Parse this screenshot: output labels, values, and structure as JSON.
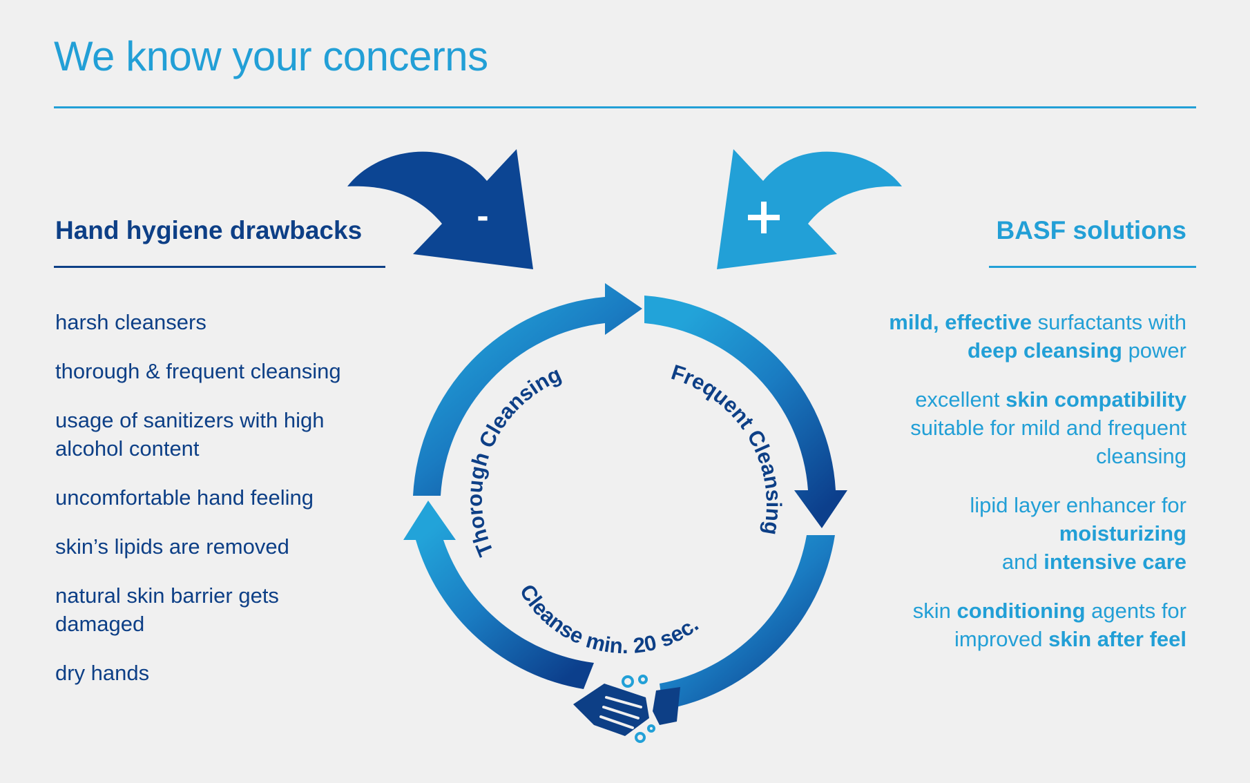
{
  "header": {
    "title": "We know your concerns"
  },
  "left": {
    "heading": "Hand hygiene drawbacks",
    "items": [
      "harsh cleansers",
      "thorough & frequent cleansing",
      "usage of sanitizers with high alcohol content",
      "uncomfortable hand feeling",
      "skin’s lipids are removed",
      "natural skin barrier gets damaged",
      "dry hands"
    ]
  },
  "right": {
    "heading": "BASF solutions",
    "items": [
      [
        {
          "text": "mild, effective",
          "bold": true
        },
        {
          "text": " surfactants with",
          "bold": false
        },
        {
          "br": true
        },
        {
          "text": "deep cleansing",
          "bold": true
        },
        {
          "text": " power",
          "bold": false
        }
      ],
      [
        {
          "text": "excellent ",
          "bold": false
        },
        {
          "text": "skin compatibility",
          "bold": true
        },
        {
          "br": true
        },
        {
          "text": "suitable for mild and frequent",
          "bold": false
        },
        {
          "br": true
        },
        {
          "text": "cleansing",
          "bold": false
        }
      ],
      [
        {
          "text": "lipid layer enhancer for",
          "bold": false
        },
        {
          "br": true
        },
        {
          "text": "moisturizing",
          "bold": true
        },
        {
          "br": true
        },
        {
          "text": "and ",
          "bold": false
        },
        {
          "text": "intensive care",
          "bold": true
        }
      ],
      [
        {
          "text": "skin ",
          "bold": false
        },
        {
          "text": "conditioning",
          "bold": true
        },
        {
          "text": " agents for",
          "bold": false
        },
        {
          "br": true
        },
        {
          "text": "improved ",
          "bold": false
        },
        {
          "text": "skin after feel",
          "bold": true
        }
      ]
    ]
  },
  "cycle": {
    "labels": {
      "thorough": "Thorough Cleansing",
      "frequent": "Frequent Cleansing",
      "cleanse": "Cleanse min. 20 sec."
    },
    "minus_sign": "-",
    "plus_sign": "+"
  },
  "colors": {
    "dark_blue": "#0d3f86",
    "light_blue": "#229fd6",
    "background": "#f0f0f0"
  },
  "icons": {
    "hands": "handshake-icon",
    "bubbles": "bubbles-icon"
  }
}
